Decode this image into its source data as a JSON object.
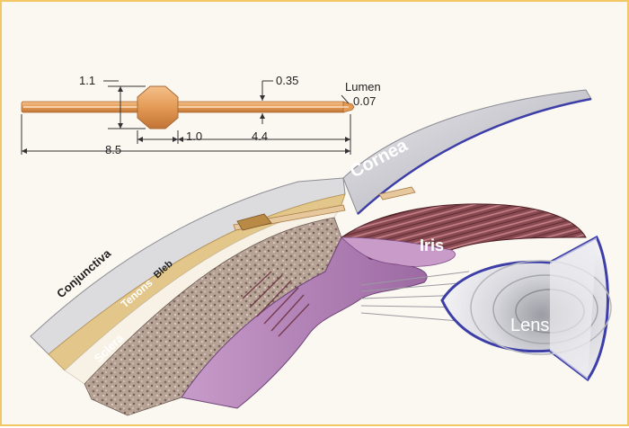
{
  "dimensions": {
    "lumen_label": "Lumen",
    "lumen_value": "0.07",
    "outer_diameter": "0.35",
    "plate_height": "1.1",
    "plate_length": "1.0",
    "distal_length": "4.4",
    "total_length": "8.5"
  },
  "labels": {
    "cornea": "Cornea",
    "iris": "Iris",
    "lens": "Lens",
    "conjunctiva": "Conjunctiva",
    "tenons": "Tenons",
    "bleb": "Bleb",
    "sclera": "Sclera"
  },
  "colors": {
    "border": "#f2c766",
    "background": "#fbf8f1",
    "shunt": "#e8a060",
    "iris": "#8a4a52",
    "sclera": "#b09c90",
    "tissue": "#b585b8",
    "tenons": "#e3c68a",
    "lens_edge": "#3d3ea8",
    "lens_core": "#c9c9cf"
  }
}
